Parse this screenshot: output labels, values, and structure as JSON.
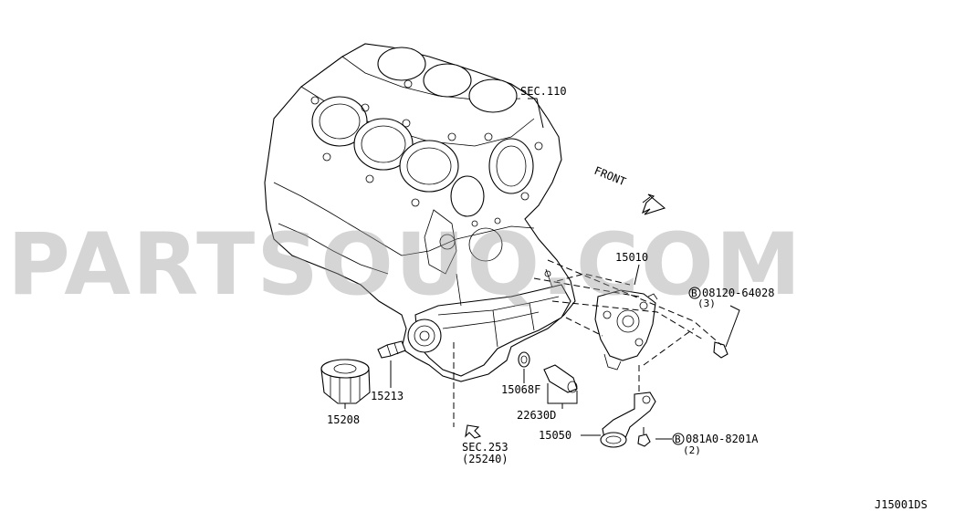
{
  "watermark": "PARTSOUQ.COM",
  "drawing_code": "J15001DS",
  "direction_label": "FRONT",
  "callouts": {
    "sec110": "SEC.110",
    "p15010": "15010",
    "bolt1_code": "08120-64028",
    "bolt1_qty": "(3)",
    "bolt1_marker": "B",
    "p15213": "15213",
    "p15208": "15208",
    "p15068f": "15068F",
    "p22630d": "22630D",
    "p15050": "15050",
    "bolt2_code": "081A0-8201A",
    "bolt2_qty": "(2)",
    "bolt2_marker": "B",
    "sec253": "SEC.253",
    "sec253_sub": "(25240)"
  }
}
